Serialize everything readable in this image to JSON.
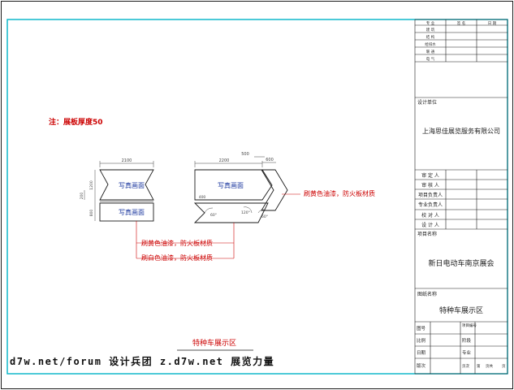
{
  "note": "注：展板厚度50",
  "title_bottom": "特种车展示区",
  "colors": {
    "frame": "#00b4c8",
    "line": "#1a1a1a",
    "text_red": "#cc0000",
    "dim": "#444444",
    "leader": "#cc0000",
    "text_blue": "#1e3aa0"
  },
  "drawing": {
    "left": {
      "width_dim": "2100",
      "panel_top_label": "写真画面",
      "panel_bottom_label": "写真画面",
      "side_dims": [
        "1200",
        "800",
        "200"
      ]
    },
    "right": {
      "width_dim": "2200",
      "panel_top_label": "写真画面",
      "small_dims": [
        "500",
        "600"
      ],
      "angle_dims": [
        "60°",
        "120°",
        "60°"
      ],
      "base_dim": "400"
    },
    "notes": [
      "刷黄色油漆，防火板材质",
      "刷黄色油漆，防火板材质",
      "刷白色油漆，防火板材质"
    ]
  },
  "title_block": {
    "header": [
      "专  业",
      "签  名",
      "日  期"
    ],
    "signature_rows": [
      "建  筑",
      "结  构",
      "给排水",
      "暖  通",
      "电  气"
    ],
    "design_unit_label": "设计单位",
    "design_unit": "上海思佳展览服务有限公司",
    "review_rows": [
      "审 定 人",
      "审 核 人",
      "项目负责人",
      "专业负责人",
      "校 对 人",
      "设 计 人"
    ],
    "project_label": "项目名称",
    "project_name": "新日电动车南京展会",
    "drawing_label": "图纸名称",
    "drawing_name": "特种车展示区",
    "bottom": {
      "drawing_no": "图号",
      "project_no": "项目\n编号",
      "scale": "比例",
      "stage": "阶段",
      "date": "日期",
      "discipline": "专业",
      "revision": "版次",
      "sheet_prefix": "页次",
      "sheet_mid": "第",
      "sheet_of": "页共",
      "sheet_suffix": "页"
    }
  },
  "watermark": "d7w.net/forum 设计兵团 z.d7w.net 展览力量"
}
